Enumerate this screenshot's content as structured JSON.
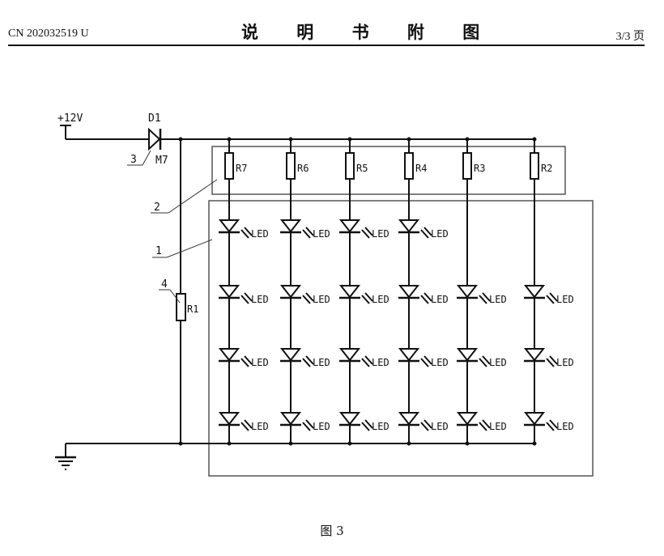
{
  "header": {
    "patent_number": "CN 202032519 U",
    "title": "说 明 书 附 图",
    "page": "3/3 页"
  },
  "figure": {
    "caption": "图 3",
    "supply_label": "+12V",
    "diode": {
      "ref": "D1",
      "part": "M7"
    },
    "bleed_resistor": "R1",
    "column_resistors": [
      "R7",
      "R6",
      "R5",
      "R4",
      "R3",
      "R2"
    ],
    "column_led_counts": [
      4,
      4,
      4,
      4,
      3,
      3
    ],
    "led_label": "LED",
    "callouts": [
      "1",
      "2",
      "3",
      "4"
    ]
  }
}
